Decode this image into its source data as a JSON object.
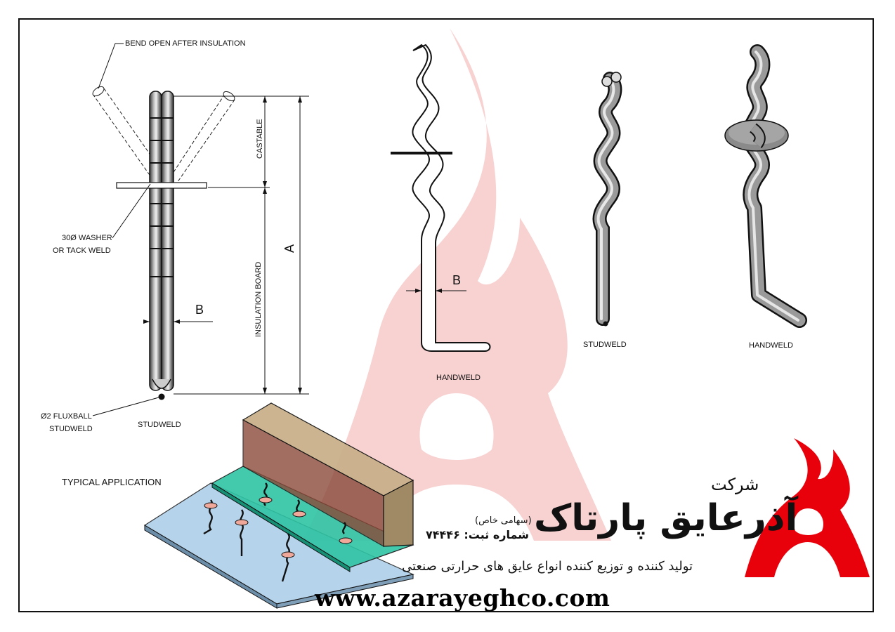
{
  "labels": {
    "bend_open": "BEND OPEN AFTER INSULATION",
    "washer_line1": "30Ø WASHER",
    "washer_line2": "OR TACK WELD",
    "fluxball_line1": "Ø2 FLUXBALL",
    "fluxball_line2": "STUDWELD",
    "studweld_main": "STUDWELD",
    "castable": "CASTABLE",
    "insulation_board": "INSULATION BOARD",
    "dim_a": "A",
    "dim_b": "B",
    "dim_b_handweld": "B",
    "handweld_profile": "HANDWELD",
    "studweld_3d": "STUDWELD",
    "handweld_3d": "HANDWELD",
    "typical_application": "TYPICAL APPLICATION"
  },
  "company": {
    "prefix": "شرکت",
    "name": "آذرعایق پارتاک",
    "type": "(سهامی خاص)",
    "registration": "شماره ثبت: ۷۴۴۴۶",
    "tagline": "تولید کننده و توزیع کننده انواع عایق های حرارتی صنعتی",
    "website": "www.azarayeghco.com"
  },
  "colors": {
    "logo_red": "#e8000b",
    "watermark": "#f7c9c9",
    "castable_block": "#b29a78",
    "insulation_layer": "#2fc4a4",
    "steel_plate": "#a9cce8"
  }
}
